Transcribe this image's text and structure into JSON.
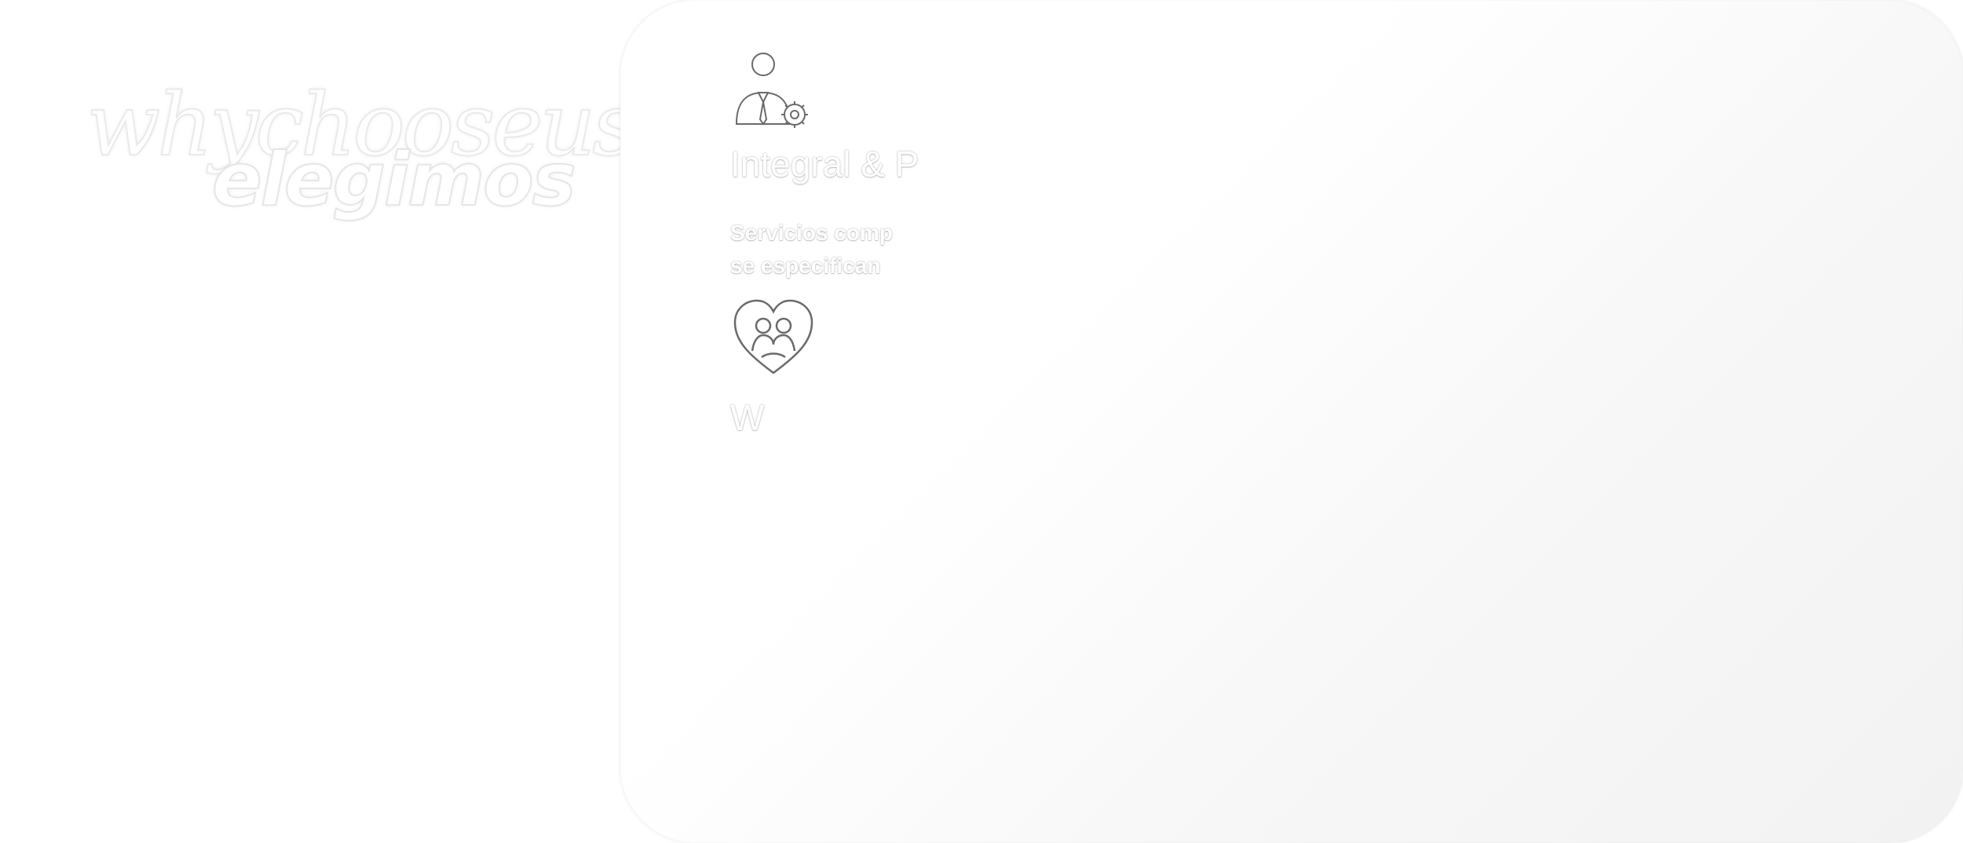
{
  "heading": {
    "line1": "whychooseus...",
    "line2": "elegimos"
  },
  "features": [
    {
      "icon": "businessman-gear-icon",
      "title": "Integral & P",
      "description_line1": "Servicios comp",
      "description_line2": "se especifican"
    },
    {
      "icon": "heart-hands-icon",
      "title": "W",
      "description_line1": "",
      "description_line2": ""
    },
    {
      "icon": "",
      "title": "",
      "description_line1": "",
      "description_line2": ""
    }
  ],
  "colors": {
    "background": "#ffffff",
    "card_gradient_end": "#f2f2f2",
    "text": "#ffffff"
  }
}
